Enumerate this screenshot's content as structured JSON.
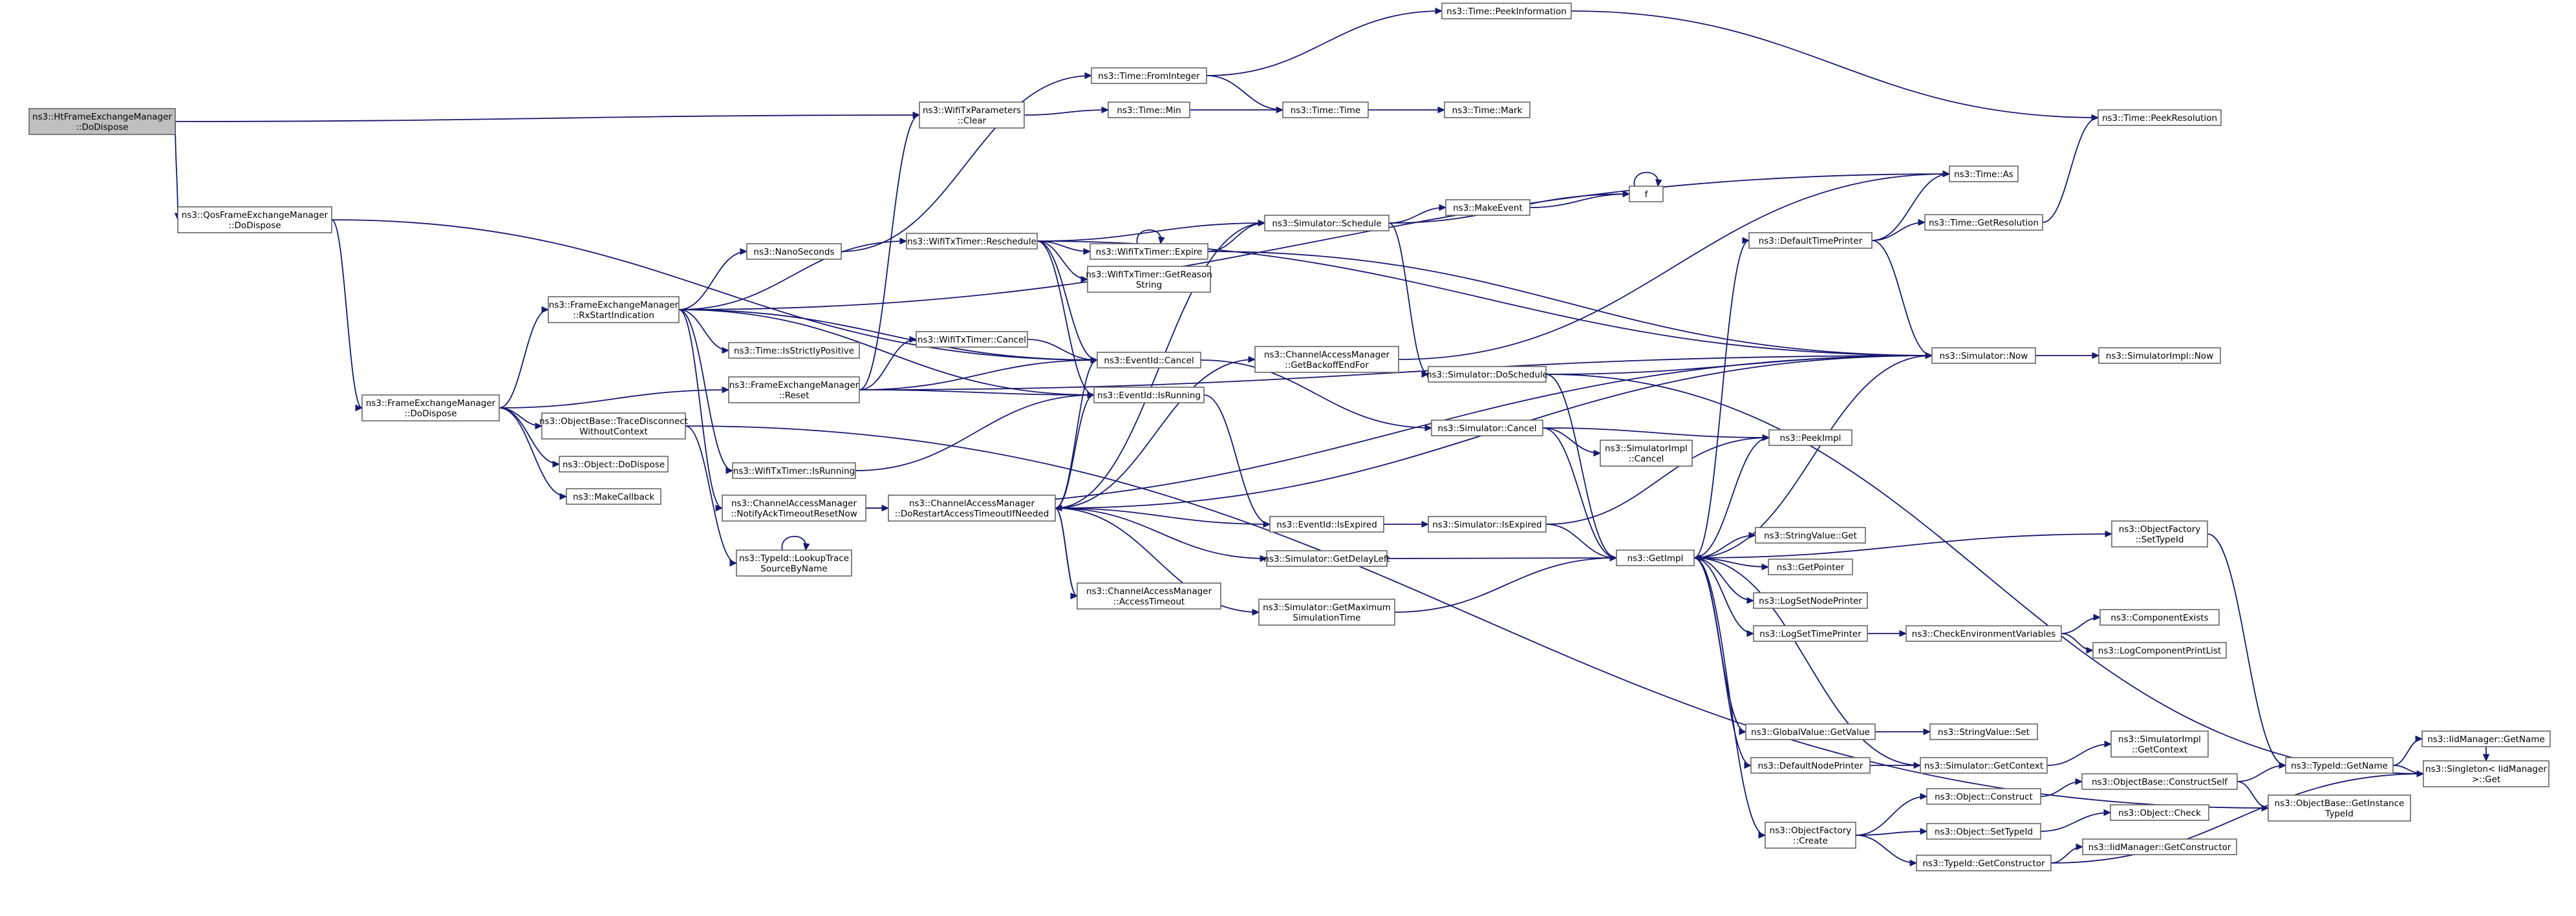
{
  "diagram": {
    "title": "",
    "colors": {
      "edge": "#191970",
      "node_border": "#666666",
      "node_border_truncated": "#ff0000",
      "node_fill": "#ffffff",
      "root_fill": "#bfbfbf"
    },
    "nodes": [
      {
        "id": "root",
        "lines": [
          "ns3::HtFrameExchangeManager",
          "::DoDispose"
        ],
        "kind": "root"
      },
      {
        "id": "qos",
        "lines": [
          "ns3::QosFrameExchangeManager",
          "::DoDispose"
        ]
      },
      {
        "id": "fem_dodispose",
        "lines": [
          "ns3::FrameExchangeManager",
          "::DoDispose"
        ]
      },
      {
        "id": "fem_rxstart",
        "lines": [
          "ns3::FrameExchangeManager",
          "::RxStartIndication"
        ]
      },
      {
        "id": "fem_reset",
        "lines": [
          "ns3::FrameExchangeManager",
          "::Reset"
        ]
      },
      {
        "id": "trace_disconnect",
        "lines": [
          "ns3::ObjectBase::TraceDisconnect",
          "WithoutContext"
        ]
      },
      {
        "id": "object_dodispose",
        "lines": [
          "ns3::Object::DoDispose"
        ]
      },
      {
        "id": "makecallback",
        "lines": [
          "ns3::MakeCallback"
        ]
      },
      {
        "id": "nanoseconds",
        "lines": [
          "ns3::NanoSeconds"
        ]
      },
      {
        "id": "isstrictlypositive",
        "lines": [
          "ns3::Time::IsStrictlyPositive"
        ]
      },
      {
        "id": "wifitxtimer_isrunning",
        "lines": [
          "ns3::WifiTxTimer::IsRunning"
        ]
      },
      {
        "id": "cam_notifyack",
        "lines": [
          "ns3::ChannelAccessManager",
          "::NotifyAckTimeoutResetNow"
        ]
      },
      {
        "id": "lookuptrace",
        "lines": [
          "ns3::TypeId::LookupTrace",
          "SourceByName"
        ]
      },
      {
        "id": "wifitxparams_clear",
        "lines": [
          "ns3::WifiTxParameters",
          "::Clear"
        ]
      },
      {
        "id": "wifitxtimer_reschedule",
        "lines": [
          "ns3::WifiTxTimer::Reschedule"
        ]
      },
      {
        "id": "wifitxtimer_cancel",
        "lines": [
          "ns3::WifiTxTimer::Cancel"
        ]
      },
      {
        "id": "cam_dorestart",
        "lines": [
          "ns3::ChannelAccessManager",
          "::DoRestartAccessTimeoutIfNeeded"
        ]
      },
      {
        "id": "time_fromint",
        "lines": [
          "ns3::Time::FromInteger"
        ]
      },
      {
        "id": "time_min",
        "lines": [
          "ns3::Time::Min"
        ]
      },
      {
        "id": "wifitxtimer_expire",
        "lines": [
          "ns3::WifiTxTimer::Expire"
        ]
      },
      {
        "id": "wifitxtimer_getreason",
        "lines": [
          "ns3::WifiTxTimer::GetReason",
          "String"
        ]
      },
      {
        "id": "eventid_cancel",
        "lines": [
          "ns3::EventId::Cancel"
        ]
      },
      {
        "id": "eventid_isrunning",
        "lines": [
          "ns3::EventId::IsRunning"
        ]
      },
      {
        "id": "cam_getbackoff",
        "lines": [
          "ns3::ChannelAccessManager",
          "::GetBackoffEndFor"
        ],
        "kind": "truncated"
      },
      {
        "id": "cam_accesstimeout",
        "lines": [
          "ns3::ChannelAccessManager",
          "::AccessTimeout"
        ],
        "kind": "truncated"
      },
      {
        "id": "time_peekinfo",
        "lines": [
          "ns3::Time::PeekInformation"
        ]
      },
      {
        "id": "time_time",
        "lines": [
          "ns3::Time::Time"
        ]
      },
      {
        "id": "time_mark",
        "lines": [
          "ns3::Time::Mark"
        ]
      },
      {
        "id": "sim_schedule",
        "lines": [
          "ns3::Simulator::Schedule"
        ]
      },
      {
        "id": "makeevent",
        "lines": [
          "ns3::MakeEvent"
        ]
      },
      {
        "id": "f_node",
        "lines": [
          "f"
        ]
      },
      {
        "id": "sim_doschedule",
        "lines": [
          "ns3::Simulator::DoSchedule"
        ],
        "kind": "truncated"
      },
      {
        "id": "sim_cancel",
        "lines": [
          "ns3::Simulator::Cancel"
        ]
      },
      {
        "id": "simimpl_cancel",
        "lines": [
          "ns3::SimulatorImpl",
          "::Cancel"
        ]
      },
      {
        "id": "eventid_isexpired",
        "lines": [
          "ns3::EventId::IsExpired"
        ]
      },
      {
        "id": "sim_isexpired",
        "lines": [
          "ns3::Simulator::IsExpired"
        ],
        "kind": "truncated"
      },
      {
        "id": "sim_getdelayleft",
        "lines": [
          "ns3::Simulator::GetDelayLeft"
        ],
        "kind": "truncated"
      },
      {
        "id": "sim_getmax",
        "lines": [
          "ns3::Simulator::GetMaximum",
          "SimulationTime"
        ],
        "kind": "truncated"
      },
      {
        "id": "time_peekres",
        "lines": [
          "ns3::Time::PeekResolution"
        ],
        "kind": "truncated"
      },
      {
        "id": "time_as",
        "lines": [
          "ns3::Time::As"
        ]
      },
      {
        "id": "defaulttimeprinter",
        "lines": [
          "ns3::DefaultTimePrinter"
        ]
      },
      {
        "id": "time_getres",
        "lines": [
          "ns3::Time::GetResolution"
        ]
      },
      {
        "id": "sim_now",
        "lines": [
          "ns3::Simulator::Now"
        ]
      },
      {
        "id": "simimpl_now",
        "lines": [
          "ns3::SimulatorImpl::Now"
        ]
      },
      {
        "id": "peekimpl",
        "lines": [
          "ns3::PeekImpl"
        ]
      },
      {
        "id": "getimpl",
        "lines": [
          "ns3::GetImpl"
        ]
      },
      {
        "id": "objfactory_settypeid",
        "lines": [
          "ns3::ObjectFactory",
          "::SetTypeId"
        ]
      },
      {
        "id": "stringvalue_get",
        "lines": [
          "ns3::StringValue::Get"
        ]
      },
      {
        "id": "getpointer",
        "lines": [
          "ns3::GetPointer"
        ]
      },
      {
        "id": "logsetnodeprinter",
        "lines": [
          "ns3::LogSetNodePrinter"
        ]
      },
      {
        "id": "logsettimeprinter",
        "lines": [
          "ns3::LogSetTimePrinter"
        ]
      },
      {
        "id": "checkenv",
        "lines": [
          "ns3::CheckEnvironmentVariables"
        ]
      },
      {
        "id": "componentexists",
        "lines": [
          "ns3::ComponentExists"
        ],
        "kind": "truncated"
      },
      {
        "id": "logcomponentprintlist",
        "lines": [
          "ns3::LogComponentPrintList"
        ],
        "kind": "truncated"
      },
      {
        "id": "globalvalue_getvalue",
        "lines": [
          "ns3::GlobalValue::GetValue"
        ]
      },
      {
        "id": "stringvalue_set",
        "lines": [
          "ns3::StringValue::Set"
        ]
      },
      {
        "id": "simimpl_getcontext",
        "lines": [
          "ns3::SimulatorImpl",
          "::GetContext"
        ]
      },
      {
        "id": "defaultnodeprinter",
        "lines": [
          "ns3::DefaultNodePrinter"
        ]
      },
      {
        "id": "sim_getcontext",
        "lines": [
          "ns3::Simulator::GetContext"
        ]
      },
      {
        "id": "objbase_constructself",
        "lines": [
          "ns3::ObjectBase::ConstructSelf"
        ],
        "kind": "truncated"
      },
      {
        "id": "typeid_getname",
        "lines": [
          "ns3::TypeId::GetName"
        ]
      },
      {
        "id": "idmanager_getname",
        "lines": [
          "ns3::IidManager::GetName"
        ],
        "kind": "truncated"
      },
      {
        "id": "singleton_get",
        "lines": [
          "ns3::Singleton< IidManager",
          ">::Get"
        ]
      },
      {
        "id": "object_construct",
        "lines": [
          "ns3::Object::Construct"
        ]
      },
      {
        "id": "objbase_getinstance",
        "lines": [
          "ns3::ObjectBase::GetInstance",
          "TypeId"
        ]
      },
      {
        "id": "object_check",
        "lines": [
          "ns3::Object::Check"
        ],
        "kind": "truncated"
      },
      {
        "id": "objfactory_create",
        "lines": [
          "ns3::ObjectFactory",
          "::Create"
        ]
      },
      {
        "id": "object_settypeid",
        "lines": [
          "ns3::Object::SetTypeId"
        ]
      },
      {
        "id": "typeid_getconstructor",
        "lines": [
          "ns3::TypeId::GetConstructor"
        ]
      },
      {
        "id": "iidmanager_getconstructor",
        "lines": [
          "ns3::IidManager::GetConstructor"
        ],
        "kind": "truncated"
      }
    ],
    "edges": [
      [
        "root",
        "qos"
      ],
      [
        "root",
        "wifitxparams_clear"
      ],
      [
        "qos",
        "fem_dodispose"
      ],
      [
        "qos",
        "eventid_cancel"
      ],
      [
        "fem_dodispose",
        "fem_rxstart"
      ],
      [
        "fem_dodispose",
        "fem_reset"
      ],
      [
        "fem_dodispose",
        "trace_disconnect"
      ],
      [
        "fem_dodispose",
        "object_dodispose"
      ],
      [
        "fem_dodispose",
        "makecallback"
      ],
      [
        "fem_rxstart",
        "nanoseconds"
      ],
      [
        "fem_rxstart",
        "wifitxtimer_reschedule"
      ],
      [
        "fem_rxstart",
        "isstrictlypositive"
      ],
      [
        "fem_rxstart",
        "wifitxtimer_isrunning"
      ],
      [
        "fem_rxstart",
        "cam_notifyack"
      ],
      [
        "fem_rxstart",
        "eventid_cancel"
      ],
      [
        "fem_rxstart",
        "eventid_isrunning"
      ],
      [
        "fem_rxstart",
        "time_as"
      ],
      [
        "fem_reset",
        "wifitxparams_clear"
      ],
      [
        "fem_reset",
        "wifitxtimer_cancel"
      ],
      [
        "fem_reset",
        "eventid_cancel"
      ],
      [
        "fem_reset",
        "eventid_isrunning"
      ],
      [
        "fem_reset",
        "sim_now"
      ],
      [
        "trace_disconnect",
        "lookuptrace"
      ],
      [
        "trace_disconnect",
        "objbase_getinstance"
      ],
      [
        "lookuptrace",
        "lookuptrace"
      ],
      [
        "nanoseconds",
        "time_fromint"
      ],
      [
        "wifitxtimer_isrunning",
        "eventid_isrunning"
      ],
      [
        "cam_notifyack",
        "cam_dorestart"
      ],
      [
        "cam_notifyack",
        "sim_now"
      ],
      [
        "wifitxparams_clear",
        "time_min"
      ],
      [
        "wifitxtimer_reschedule",
        "wifitxtimer_expire"
      ],
      [
        "wifitxtimer_reschedule",
        "sim_schedule"
      ],
      [
        "wifitxtimer_reschedule",
        "wifitxtimer_getreason"
      ],
      [
        "wifitxtimer_reschedule",
        "eventid_cancel"
      ],
      [
        "wifitxtimer_reschedule",
        "eventid_isrunning"
      ],
      [
        "wifitxtimer_reschedule",
        "sim_now"
      ],
      [
        "wifitxtimer_cancel",
        "eventid_cancel"
      ],
      [
        "cam_dorestart",
        "sim_schedule"
      ],
      [
        "cam_dorestart",
        "eventid_cancel"
      ],
      [
        "cam_dorestart",
        "eventid_isrunning"
      ],
      [
        "cam_dorestart",
        "cam_getbackoff"
      ],
      [
        "cam_dorestart",
        "cam_accesstimeout"
      ],
      [
        "cam_dorestart",
        "eventid_isexpired"
      ],
      [
        "cam_dorestart",
        "sim_getdelayleft"
      ],
      [
        "cam_dorestart",
        "sim_getmax"
      ],
      [
        "cam_dorestart",
        "sim_now"
      ],
      [
        "cam_accesstimeout",
        "cam_dorestart"
      ],
      [
        "time_fromint",
        "time_peekinfo"
      ],
      [
        "time_fromint",
        "time_time"
      ],
      [
        "time_min",
        "time_time"
      ],
      [
        "time_time",
        "time_mark"
      ],
      [
        "wifitxtimer_expire",
        "wifitxtimer_expire"
      ],
      [
        "wifitxtimer_expire",
        "sim_schedule"
      ],
      [
        "wifitxtimer_expire",
        "sim_now"
      ],
      [
        "eventid_cancel",
        "sim_cancel"
      ],
      [
        "eventid_isrunning",
        "eventid_isexpired"
      ],
      [
        "cam_getbackoff",
        "time_as"
      ],
      [
        "time_peekinfo",
        "time_peekres"
      ],
      [
        "sim_schedule",
        "makeevent"
      ],
      [
        "sim_schedule",
        "f_node"
      ],
      [
        "sim_schedule",
        "sim_doschedule"
      ],
      [
        "makeevent",
        "f_node"
      ],
      [
        "f_node",
        "f_node"
      ],
      [
        "sim_doschedule",
        "sim_now"
      ],
      [
        "sim_doschedule",
        "getimpl"
      ],
      [
        "sim_doschedule",
        "singleton_get"
      ],
      [
        "sim_cancel",
        "simimpl_cancel"
      ],
      [
        "sim_cancel",
        "peekimpl"
      ],
      [
        "sim_cancel",
        "getimpl"
      ],
      [
        "eventid_isexpired",
        "sim_isexpired"
      ],
      [
        "sim_isexpired",
        "getimpl"
      ],
      [
        "sim_isexpired",
        "peekimpl"
      ],
      [
        "sim_getdelayleft",
        "getimpl"
      ],
      [
        "sim_getmax",
        "getimpl"
      ],
      [
        "time_getres",
        "time_peekres"
      ],
      [
        "defaulttimeprinter",
        "time_as"
      ],
      [
        "defaulttimeprinter",
        "time_getres"
      ],
      [
        "defaulttimeprinter",
        "sim_now"
      ],
      [
        "sim_now",
        "simimpl_now"
      ],
      [
        "getimpl",
        "defaulttimeprinter"
      ],
      [
        "getimpl",
        "sim_now"
      ],
      [
        "getimpl",
        "peekimpl"
      ],
      [
        "getimpl",
        "objfactory_settypeid"
      ],
      [
        "getimpl",
        "stringvalue_get"
      ],
      [
        "getimpl",
        "getpointer"
      ],
      [
        "getimpl",
        "logsetnodeprinter"
      ],
      [
        "getimpl",
        "logsettimeprinter"
      ],
      [
        "getimpl",
        "globalvalue_getvalue"
      ],
      [
        "getimpl",
        "defaultnodeprinter"
      ],
      [
        "getimpl",
        "objfactory_create"
      ],
      [
        "objfactory_settypeid",
        "typeid_getname"
      ],
      [
        "logsettimeprinter",
        "checkenv"
      ],
      [
        "checkenv",
        "componentexists"
      ],
      [
        "checkenv",
        "logcomponentprintlist"
      ],
      [
        "globalvalue_getvalue",
        "stringvalue_set"
      ],
      [
        "globalvalue_getvalue",
        "getimpl"
      ],
      [
        "defaultnodeprinter",
        "sim_getcontext"
      ],
      [
        "sim_getcontext",
        "simimpl_getcontext"
      ],
      [
        "sim_getcontext",
        "getimpl"
      ],
      [
        "objfactory_create",
        "object_construct"
      ],
      [
        "objfactory_create",
        "object_settypeid"
      ],
      [
        "objfactory_create",
        "typeid_getconstructor"
      ],
      [
        "object_construct",
        "objbase_constructself"
      ],
      [
        "objbase_constructself",
        "typeid_getname"
      ],
      [
        "objbase_constructself",
        "objbase_getinstance"
      ],
      [
        "typeid_getname",
        "idmanager_getname"
      ],
      [
        "typeid_getname",
        "singleton_get"
      ],
      [
        "idmanager_getname",
        "singleton_get"
      ],
      [
        "object_settypeid",
        "object_check"
      ],
      [
        "typeid_getconstructor",
        "iidmanager_getconstructor"
      ],
      [
        "typeid_getconstructor",
        "singleton_get"
      ]
    ]
  }
}
